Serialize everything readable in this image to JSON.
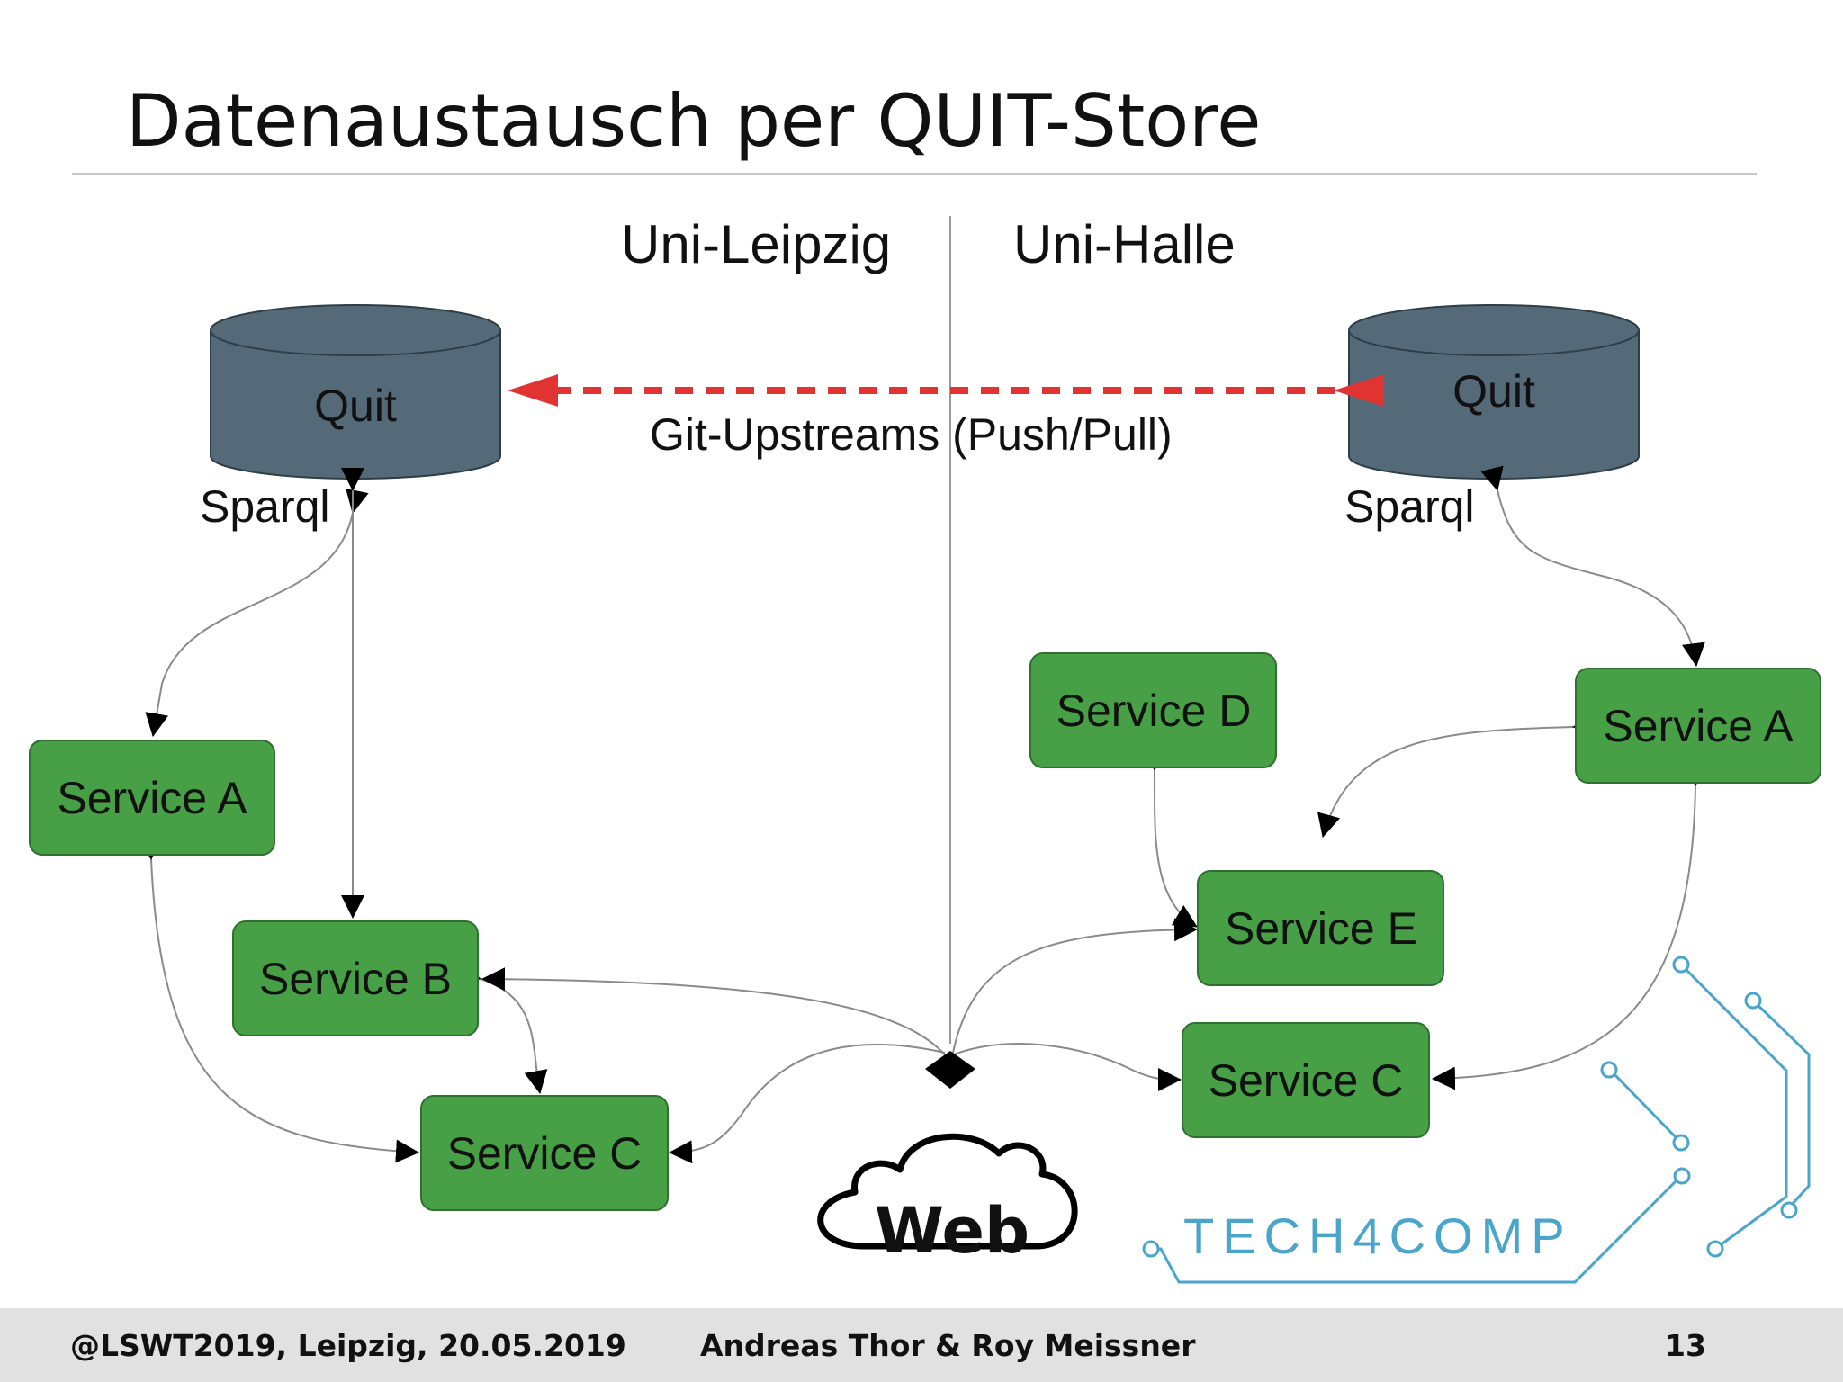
{
  "title": "Datenaustausch per QUIT-Store",
  "regions": {
    "left": "Uni-Leipzig",
    "right": "Uni-Halle"
  },
  "stores": {
    "left": "Quit",
    "right": "Quit"
  },
  "sparql_left": "Sparql",
  "sparql_right": "Sparql",
  "git_upstreams": "Git-Upstreams (Push/Pull)",
  "services_left": {
    "a": "Service A",
    "b": "Service B",
    "c": "Service C"
  },
  "services_right": {
    "a": "Service A",
    "c": "Service C",
    "d": "Service D",
    "e": "Service E"
  },
  "web": "Web",
  "logo_text": "TECH4COMP",
  "footer": {
    "left": "@LSWT2019, Leipzig, 20.05.2019",
    "center": "Andreas Thor & Roy Meissner",
    "page": "13"
  },
  "colors": {
    "service_fill": "#47a046",
    "store_fill": "#546a79",
    "sync_arrow": "#e23333",
    "logo": "#4aa5cc"
  }
}
